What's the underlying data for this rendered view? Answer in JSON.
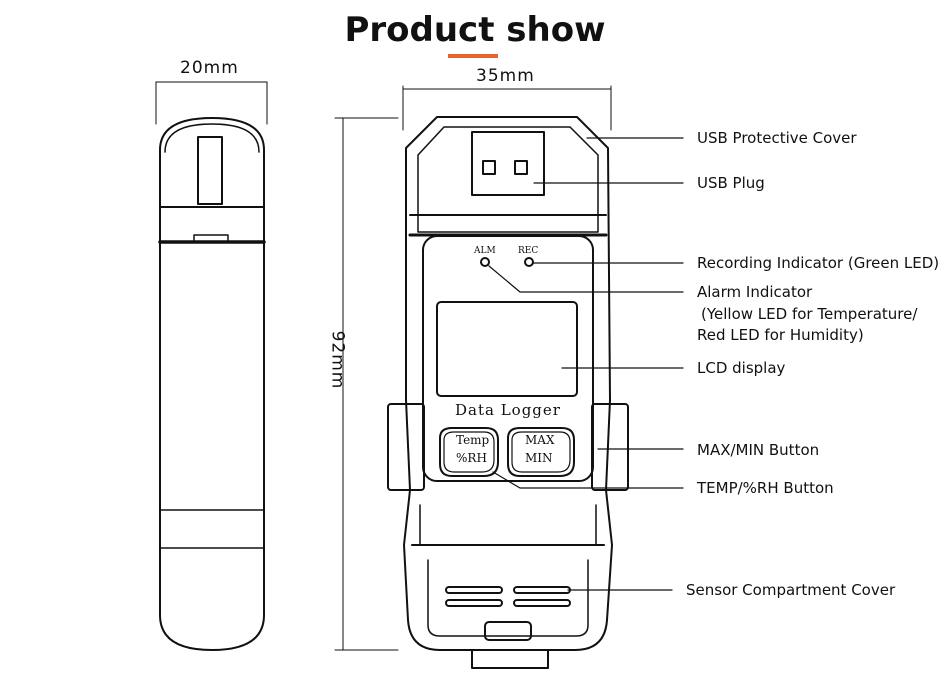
{
  "title": "Product show",
  "accent_color": "#e8622a",
  "dimensions": {
    "side_width": "20mm",
    "front_width": "35mm",
    "height": "92mm"
  },
  "device": {
    "alm_label": "ALM",
    "rec_label": "REC",
    "name": "Data Logger",
    "temp_button": [
      "Temp",
      "%RH"
    ],
    "maxmin_button": [
      "MAX",
      "MIN"
    ]
  },
  "callouts": [
    "USB Protective Cover",
    "USB Plug",
    "Recording Indicator (Green LED)",
    "Alarm Indicator",
    "(Yellow LED for Temperature/",
    "Red LED for Humidity)",
    "LCD display",
    "MAX/MIN Button",
    "TEMP/%RH Button",
    "Sensor Compartment Cover"
  ]
}
